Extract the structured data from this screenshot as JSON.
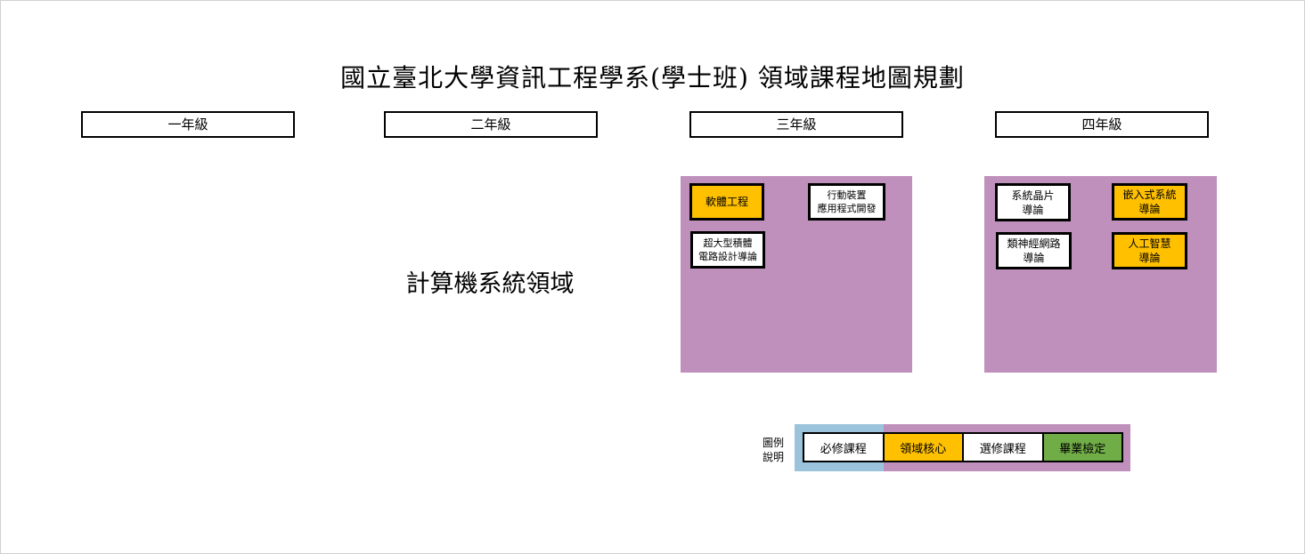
{
  "title": "國立臺北大學資訊工程學系(學士班) 領域課程地圖規劃",
  "years": [
    "一年級",
    "二年級",
    "三年級",
    "四年級"
  ],
  "domain": "計算機系統領域",
  "courses": {
    "y3": [
      {
        "label": "軟體工程",
        "type": "core"
      },
      {
        "label": "行動裝置\n應用程式開發",
        "type": "elective"
      },
      {
        "label": "超大型積體\n電路設計導論",
        "type": "elective"
      }
    ],
    "y4": [
      {
        "label": "系統晶片\n導論",
        "type": "elective"
      },
      {
        "label": "嵌入式系統\n導論",
        "type": "core"
      },
      {
        "label": "類神經網路\n導論",
        "type": "elective"
      },
      {
        "label": "人工智慧\n導論",
        "type": "core"
      }
    ]
  },
  "legend": {
    "title": "圖例\n說明",
    "items": [
      {
        "label": "必修課程",
        "color": "#ffffff"
      },
      {
        "label": "領域核心",
        "color": "#ffc000"
      },
      {
        "label": "選修課程",
        "color": "#ffffff"
      },
      {
        "label": "畢業檢定",
        "color": "#70ad47"
      }
    ]
  },
  "colors": {
    "zone": "#bf90bc",
    "core": "#ffc000",
    "required_bg": "#9bc3db",
    "graduation": "#70ad47"
  }
}
